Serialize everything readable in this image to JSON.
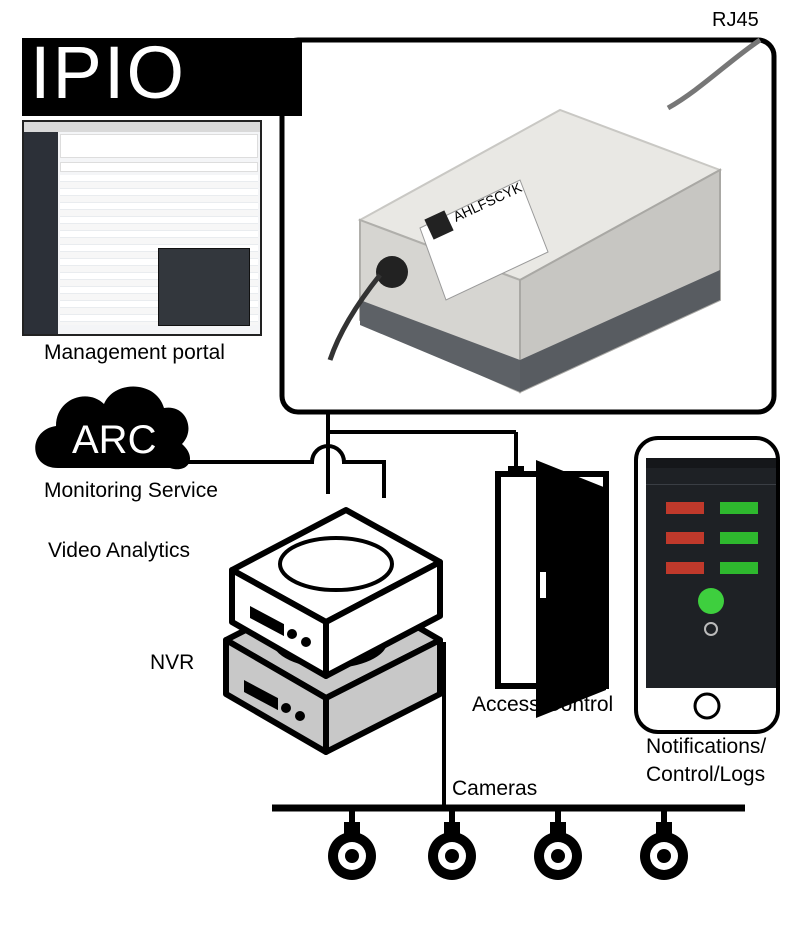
{
  "logo": {
    "text": "IPIO"
  },
  "device": {
    "port_label": "RJ45",
    "product_label": "AHLFSCYK"
  },
  "labels": {
    "management_portal": "Management portal",
    "arc": "ARC",
    "monitoring_service": "Monitoring Service",
    "video_analytics": "Video Analytics",
    "nvr": "NVR",
    "access_control": "Access Control",
    "notifications": "Notifications/",
    "control_logs": "Control/Logs",
    "cameras": "Cameras"
  },
  "colors": {
    "line": "#000000",
    "nvr_fill": "#c8c8c8",
    "phone_screen": "#1e2125",
    "phone_button_red": "#c0392b",
    "phone_button_green": "#2eb82e",
    "status_dot": "#3ecf3e"
  }
}
